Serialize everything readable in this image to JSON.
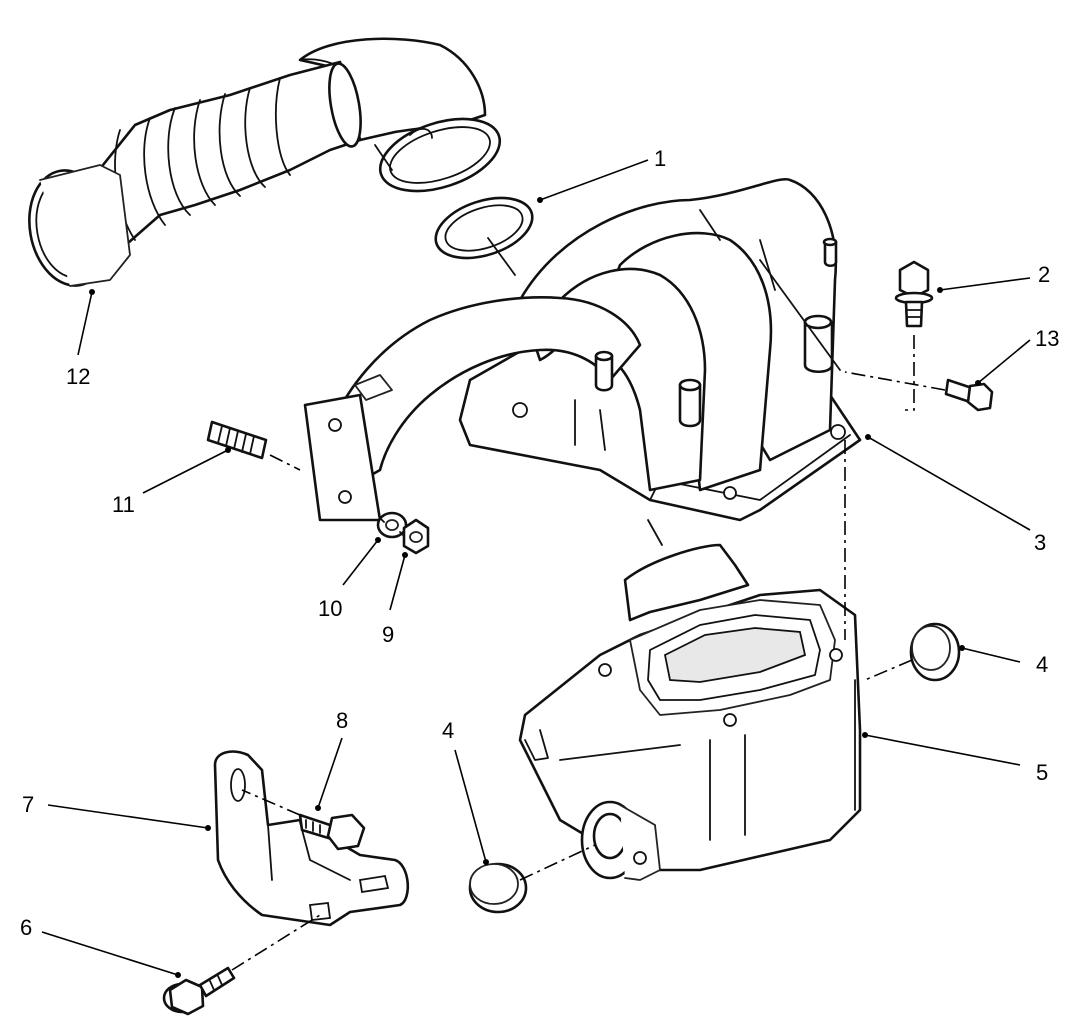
{
  "diagram": {
    "type": "exploded-parts-view",
    "callouts": {
      "c1": "1",
      "c2": "2",
      "c3": "3",
      "c4a": "4",
      "c4b": "4",
      "c5": "5",
      "c6": "6",
      "c7": "7",
      "c8": "8",
      "c9": "9",
      "c10": "10",
      "c11": "11",
      "c12": "12",
      "c13": "13"
    },
    "parts": [
      {
        "callout": "1",
        "part": "clamp-ring"
      },
      {
        "callout": "2",
        "part": "bolt"
      },
      {
        "callout": "3",
        "part": "intake-manifold"
      },
      {
        "callout": "4",
        "part": "plug"
      },
      {
        "callout": "5",
        "part": "plenum-housing"
      },
      {
        "callout": "6",
        "part": "bolt"
      },
      {
        "callout": "7",
        "part": "mounting-bracket"
      },
      {
        "callout": "8",
        "part": "bolt"
      },
      {
        "callout": "9",
        "part": "nut"
      },
      {
        "callout": "10",
        "part": "lock-washer"
      },
      {
        "callout": "11",
        "part": "stud"
      },
      {
        "callout": "12",
        "part": "air-intake-hose"
      },
      {
        "callout": "13",
        "part": "bolt"
      }
    ]
  }
}
